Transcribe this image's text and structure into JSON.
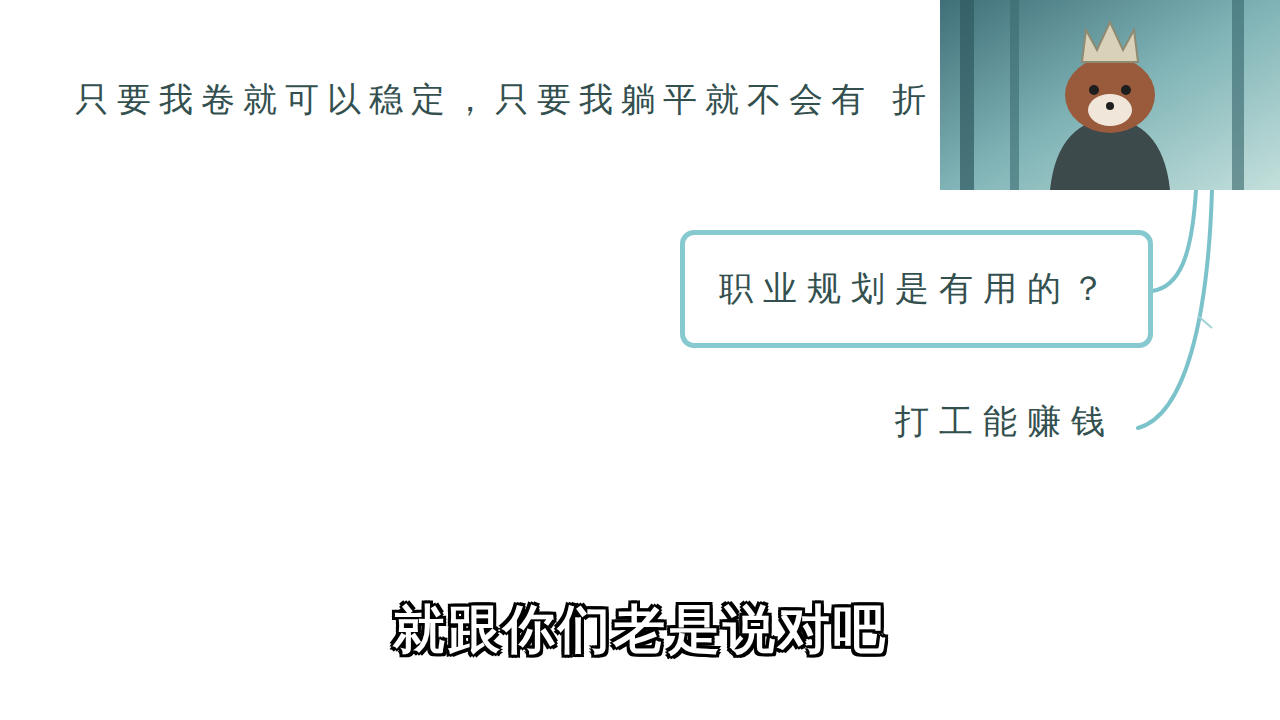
{
  "diagram": {
    "nodes": [
      {
        "text": [
          "职业规划是有用的？"
        ]
      }
    ],
    "labels": [
      "只要我卷就可以稳定，只要我躺平就不会有 折",
      "打工能赚钱",
      "就跟你们老是说对吧"
    ]
  }
}
